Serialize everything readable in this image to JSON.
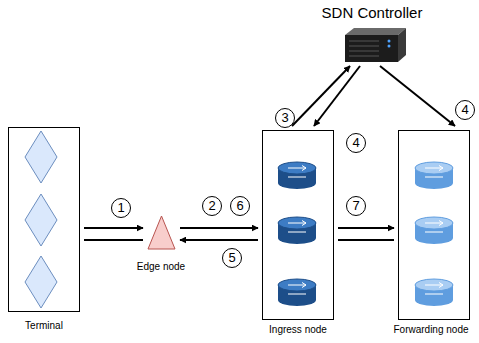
{
  "diagram": {
    "nodes": [
      {
        "text": [
          "SDN Controller"
        ]
      },
      {
        "text": [
          "Terminal"
        ]
      },
      {
        "text": [
          "Edge node"
        ]
      },
      {
        "text": [
          "Ingress node"
        ]
      },
      {
        "text": [
          "Forwarding node"
        ]
      }
    ],
    "edges": [
      {
        "from": 1,
        "to": 2,
        "arrow": "to"
      },
      {
        "from": 1,
        "to": 2,
        "arrow": "none"
      },
      {
        "from": 2,
        "to": 3,
        "arrow": "to"
      },
      {
        "from": 3,
        "to": 2,
        "arrow": "to"
      },
      {
        "from": 3,
        "to": 0,
        "arrow": "to"
      },
      {
        "from": 0,
        "to": 3,
        "arrow": "to"
      },
      {
        "from": 0,
        "to": 4,
        "arrow": "to"
      },
      {
        "from": 3,
        "to": 4,
        "arrow": "to"
      },
      {
        "from": 3,
        "to": 4,
        "arrow": "none"
      }
    ],
    "labels": [
      "1",
      "2",
      "6",
      "5",
      "3",
      "4",
      "4",
      "7"
    ]
  }
}
